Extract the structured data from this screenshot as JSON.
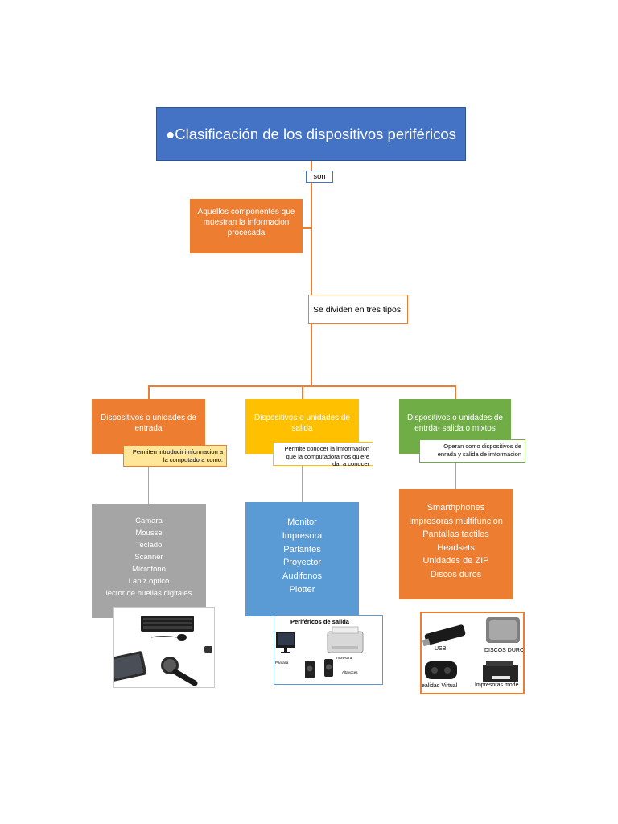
{
  "title": "●Clasificación de los dispositivos periféricos",
  "connector": "son",
  "definition": "Aquellos componentes que muestran la informacion procesada",
  "division": "Se dividen en tres tipos:",
  "categories": [
    {
      "label": "Dispositivos o unidades de entrada",
      "note": "Permiten introducir imformacion a la computadora como:",
      "items": [
        "Camara",
        "Mousse",
        "Teclado",
        "Scanner",
        "Microfono",
        "Lapiz optico",
        "lector de huellas digitales"
      ]
    },
    {
      "label": "Dispositivos o unidades de salida",
      "note": "Permite conocer la imformacion que la computadora nos quiere dar a conocer",
      "items": [
        "Monitor",
        "Impresora",
        "Parlantes",
        "Proyector",
        "Audifonos",
        "Plotter"
      ]
    },
    {
      "label": "Dispositivos o unidades de entrda- salida o mixtos",
      "note": "Operan como dispositivos de enrada y salida de imformacion",
      "items": [
        "Smarthphones",
        "Impresoras multifuncion",
        "Pantallas tactiles",
        "Headsets",
        "Unidades de ZIP",
        "Discos duros"
      ]
    }
  ],
  "images": {
    "output_title": "Periféricos de salida",
    "output_labels": [
      "Pantalla",
      "Impresora",
      "Altavoces"
    ],
    "mixed_labels": [
      "USB",
      "DISCOS DURO",
      "ealidad Virtual",
      "Impresoras mode"
    ]
  },
  "colors": {
    "title": "#4472c4",
    "orange": "#ed7d31",
    "yellow": "#ffc000",
    "green": "#70ad47",
    "gray": "#a5a5a5",
    "blue": "#5b9bd5",
    "note_fill": "#ffe699"
  }
}
